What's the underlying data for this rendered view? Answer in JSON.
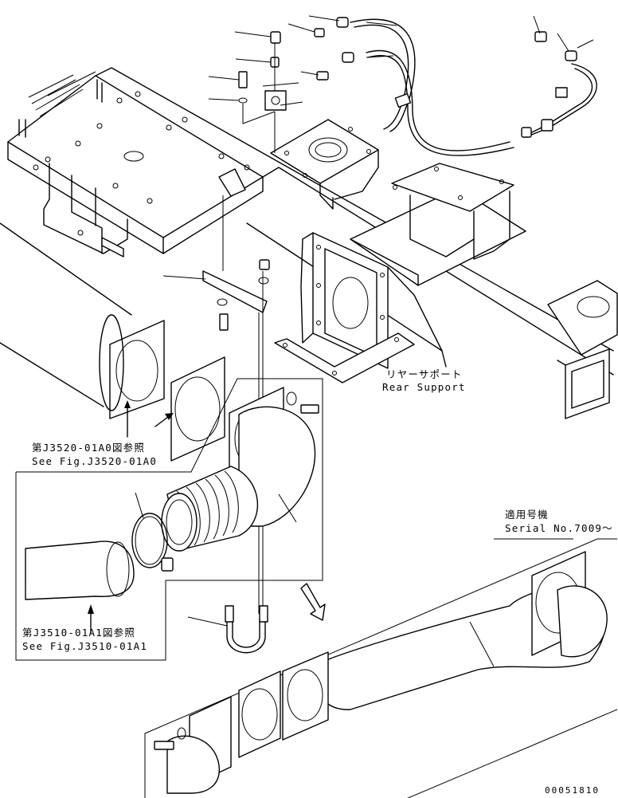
{
  "labels": {
    "rear_support_jp": "リヤーサポート",
    "rear_support_en": "Rear Support",
    "ref_j3520_jp": "第J3520-01A0図参照",
    "ref_j3520_en": "See Fig.J3520-01A0",
    "ref_j3510_jp": "第J3510-01A1図参照",
    "ref_j3510_en": "See Fig.J3510-01A1",
    "serial_jp": "適用号機",
    "serial_en": "Serial No.7009〜",
    "drawing_number": "00051810"
  }
}
